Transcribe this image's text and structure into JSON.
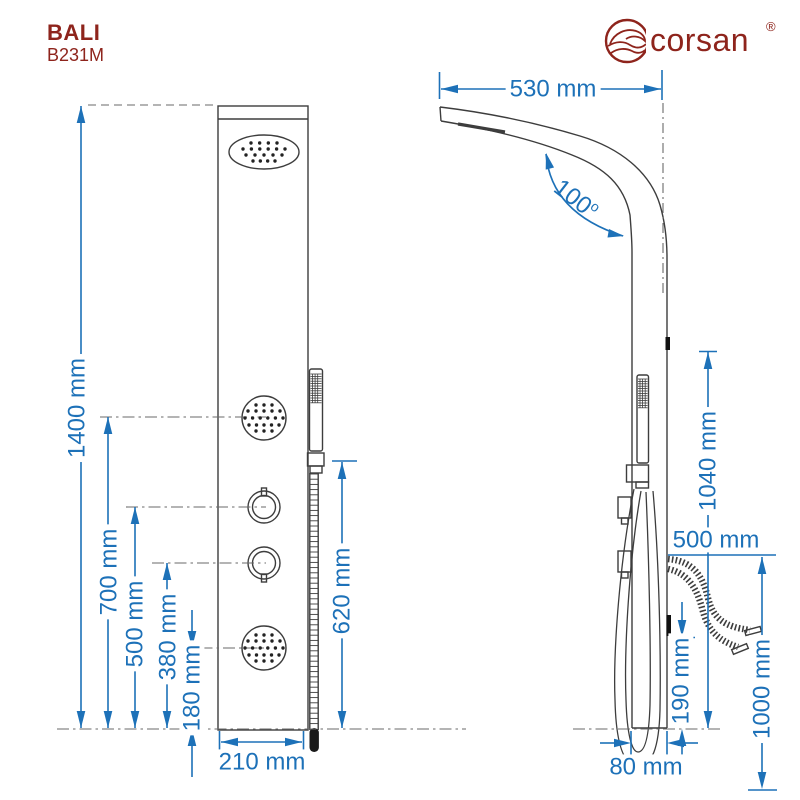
{
  "title": {
    "product": "BALI",
    "model": "B231M"
  },
  "brand": {
    "name": "corsan",
    "registered": "®"
  },
  "colors": {
    "dimension_blue": "#1d71b8",
    "brand_red": "#8e241c",
    "drawing_gray": "#3d3d3d"
  },
  "front_view": {
    "dimensions": {
      "total_height": "1400 mm",
      "upper_jet_height": "700 mm",
      "upper_knob_height": "500 mm",
      "lower_knob_height": "380 mm",
      "lower_jet_height": "180 mm",
      "panel_width": "210 mm",
      "hose_holder_height": "620 mm"
    }
  },
  "side_view": {
    "dimensions": {
      "arm_reach": "530 mm",
      "arm_angle_value": "100",
      "arm_angle_unit": "o",
      "outlet_height": "1040 mm",
      "spout_reach": "500 mm",
      "outlet_offset": "190 mm",
      "spout_height": "1000 mm",
      "panel_depth": "80 mm"
    }
  }
}
